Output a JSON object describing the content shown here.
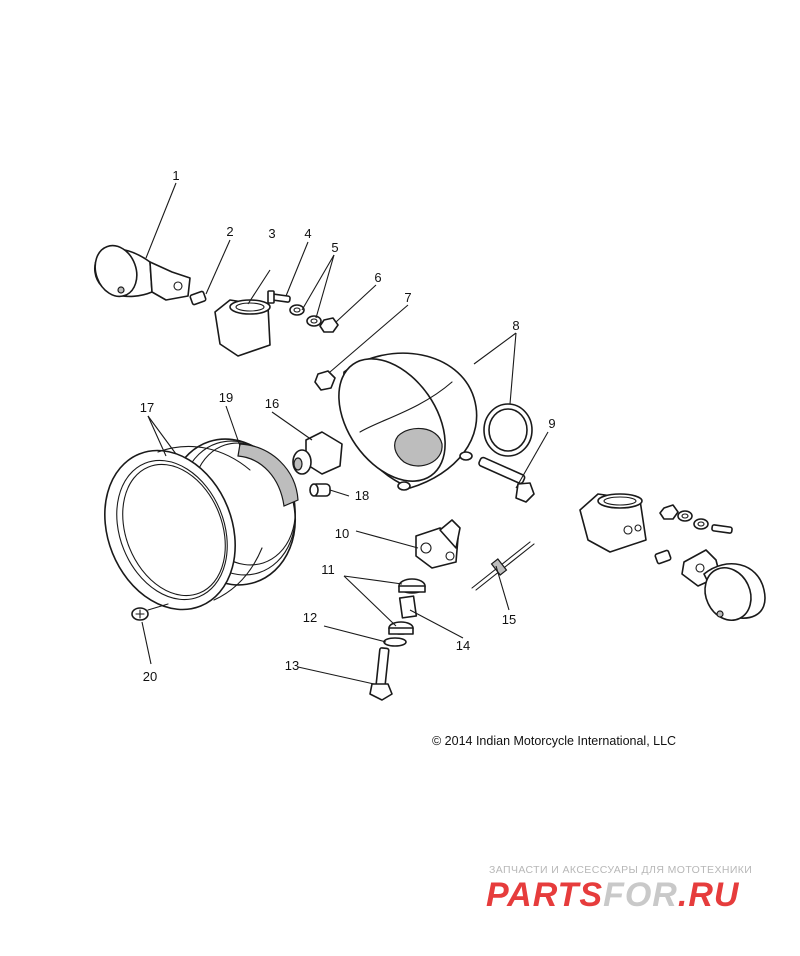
{
  "callouts": [
    "1",
    "2",
    "3",
    "4",
    "5",
    "6",
    "7",
    "8",
    "9",
    "10",
    "11",
    "12",
    "13",
    "14",
    "15",
    "16",
    "17",
    "18",
    "19",
    "20"
  ],
  "copyright": "© 2014 Indian Motorcycle International, LLC",
  "watermark": {
    "tagline": "ЗАПЧАСТИ И АКСЕССУАРЫ ДЛЯ МОТОТЕХНИКИ",
    "logo_left": "PARTS",
    "logo_mid": "FOR",
    "logo_right": ".RU",
    "logo_color": "#e63c3c"
  }
}
